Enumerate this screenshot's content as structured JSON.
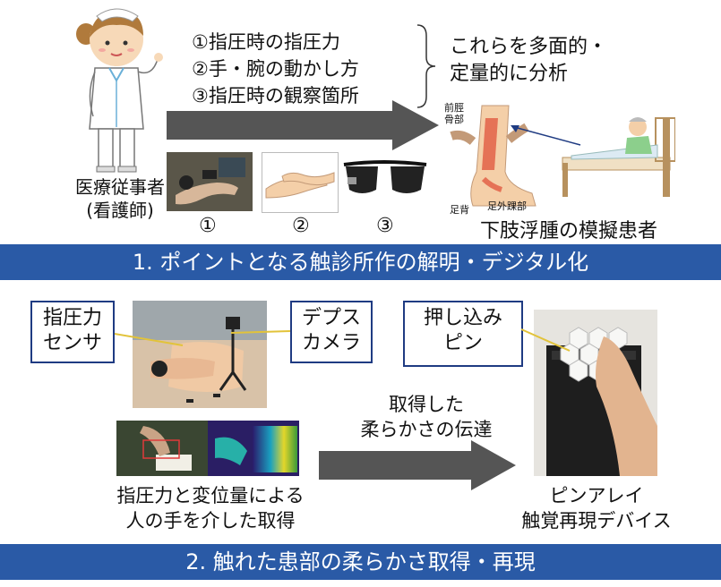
{
  "top": {
    "role_label_1": "医療従事者",
    "role_label_2": "(看護師)",
    "items": [
      "①指圧時の指圧力",
      "②手・腕の動かし方",
      "③指圧時の観察箇所"
    ],
    "analysis_line1": "これらを多面的・",
    "analysis_line2": "定量的に分析",
    "photo_numbers": [
      "①",
      "②",
      "③"
    ],
    "anatomy_labels": {
      "tibia_line1": "前脛",
      "tibia_line2": "骨部",
      "ankle": "足外踝部",
      "dorsum": "足背"
    },
    "patient_label": "下肢浮腫の模擬患者"
  },
  "banner1": "1. ポイントとなる触診所作の解明・デジタル化",
  "middle": {
    "callout_pressure_1": "指圧力",
    "callout_pressure_2": "センサ",
    "callout_depth_1": "デプス",
    "callout_depth_2": "カメラ",
    "callout_pin_1": "押し込み",
    "callout_pin_2": "ピン",
    "transfer_line1": "取得した",
    "transfer_line2": "柔らかさの伝達",
    "acquire_line1": "指圧力と変位量による",
    "acquire_line2": "人の手を介した取得",
    "device_line1": "ピンアレイ",
    "device_line2": "触覚再現デバイス"
  },
  "banner2": "2. 触れた患部の柔らかさ取得・再現",
  "colors": {
    "banner": "#2a5aa6",
    "arrow": "#555555",
    "callout_border": "#1f3b82",
    "highlight": "#e0533b"
  }
}
